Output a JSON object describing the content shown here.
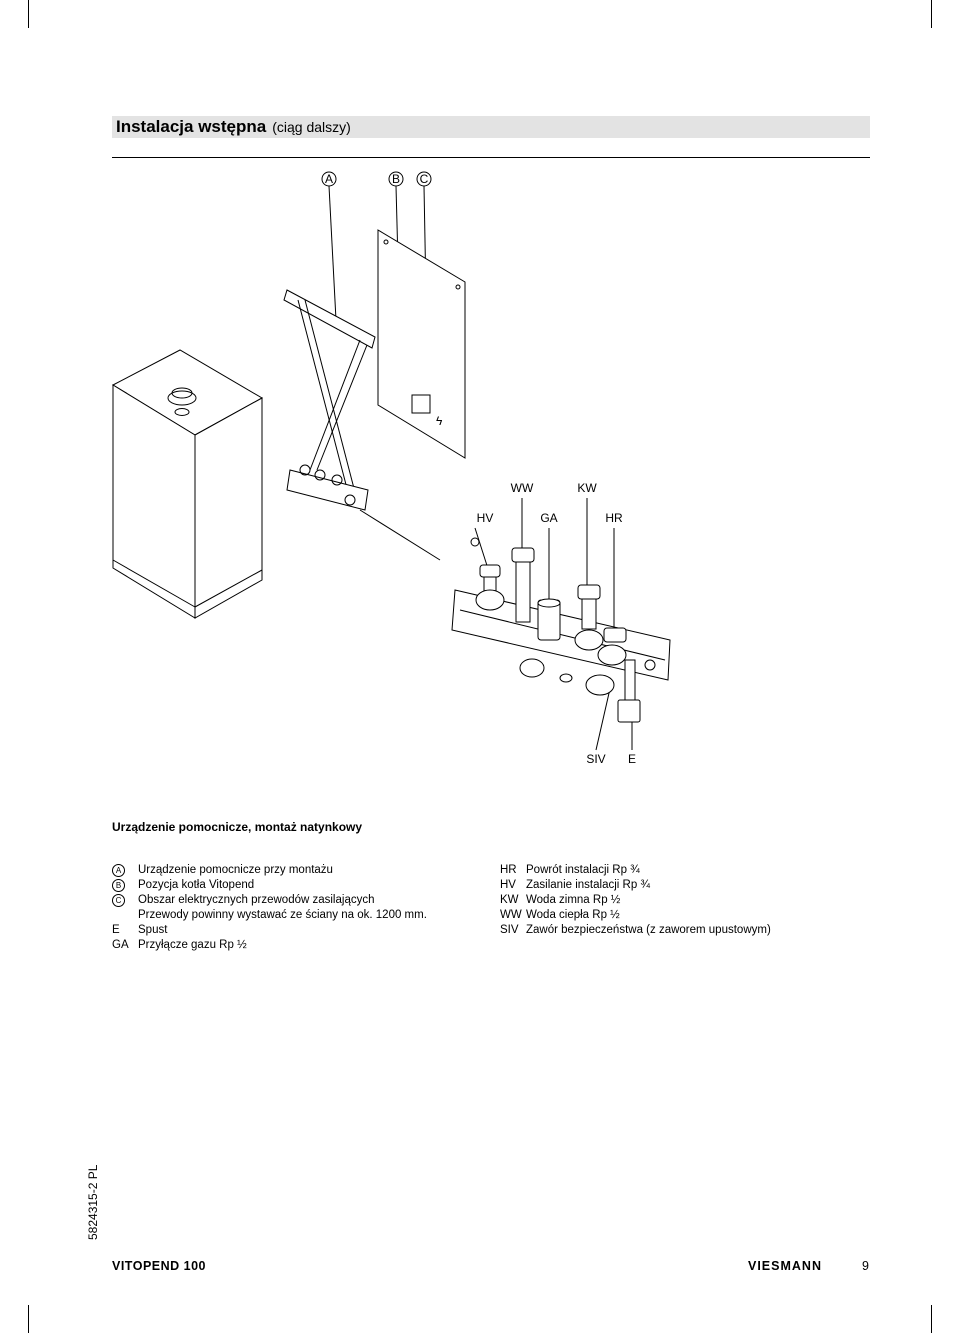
{
  "header": {
    "title": "Instalacja wstępna",
    "subtitle": "(ciąg dalszy)"
  },
  "figure": {
    "callouts_top": [
      "A",
      "B",
      "C"
    ],
    "detail_labels": {
      "ww": "WW",
      "kw": "KW",
      "hv": "HV",
      "ga": "GA",
      "hr": "HR",
      "siv": "SIV",
      "e": "E"
    }
  },
  "caption": "Urządzenie pomocnicze, montaż natynkowy",
  "legend_left": [
    {
      "key": "A",
      "text": "Urządzenie pomocnicze przy montażu"
    },
    {
      "key": "B",
      "text": "Pozycja kotła Vitopend"
    },
    {
      "key": "C",
      "text": "Obszar elektrycznych przewodów zasilających"
    },
    {
      "key": "",
      "text": "Przewody powinny wystawać ze ściany na ok. 1200 mm."
    },
    {
      "key": "E",
      "text": "Spust"
    },
    {
      "key": "GA",
      "text": "Przyłącze gazu Rp ½"
    }
  ],
  "legend_right": [
    {
      "key": "HR",
      "text": "Powrót instalacji Rp ¾"
    },
    {
      "key": "HV",
      "text": "Zasilanie instalacji Rp ¾"
    },
    {
      "key": "KW",
      "text": "Woda zimna Rp ½"
    },
    {
      "key": "WW",
      "text": "Woda ciepła Rp ½"
    },
    {
      "key": "SIV",
      "text": "Zawór bezpieczeństwa (z zaworem upustowym)"
    }
  ],
  "footer": {
    "doc_code": "5824315-2 PL",
    "product": "VITOPEND 100",
    "brand": "VIESMANN",
    "page_number": "9"
  }
}
